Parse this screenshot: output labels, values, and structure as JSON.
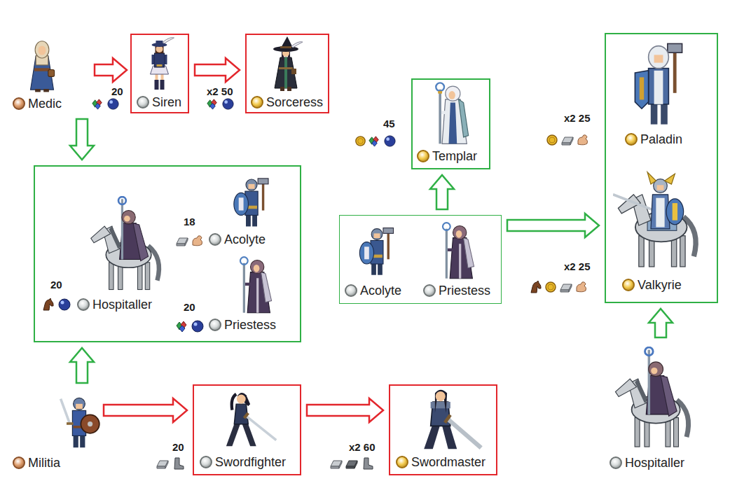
{
  "diagram": {
    "nodes": [
      {
        "text": [
          "Medic"
        ]
      },
      {
        "text": [
          "Siren"
        ]
      },
      {
        "text": [
          "Sorceress"
        ]
      },
      {
        "text": []
      },
      {
        "text": [
          "20",
          "Hospitaller"
        ],
        "in": 3
      },
      {
        "text": [
          "18",
          "Acolyte"
        ],
        "in": 3
      },
      {
        "text": [
          "20",
          "Priestess"
        ],
        "in": 3
      },
      {
        "text": [
          "Templar"
        ]
      },
      {
        "text": []
      },
      {
        "text": [
          "Acolyte"
        ],
        "in": 8
      },
      {
        "text": [
          "Priestess"
        ],
        "in": 8
      },
      {
        "text": []
      },
      {
        "text": [
          "Paladin"
        ],
        "in": 11
      },
      {
        "text": [
          "Valkyrie"
        ],
        "in": 11
      },
      {
        "text": [
          "Militia"
        ]
      },
      {
        "text": [
          "Swordfighter"
        ]
      },
      {
        "text": [
          "Swordmaster"
        ]
      },
      {
        "text": [
          "Hospitaller"
        ]
      }
    ],
    "edges": [
      {
        "from": 0,
        "to": 1,
        "arrow": "to",
        "label": "20"
      },
      {
        "from": 1,
        "to": 2,
        "arrow": "to",
        "label": "x2 50"
      },
      {
        "from": 0,
        "to": 3,
        "arrow": "to"
      },
      {
        "from": 14,
        "to": 3,
        "arrow": "to"
      },
      {
        "from": 14,
        "to": 15,
        "arrow": "to",
        "label": "20"
      },
      {
        "from": 15,
        "to": 16,
        "arrow": "to",
        "label": "x2 60"
      },
      {
        "from": 8,
        "to": 7,
        "arrow": "to",
        "label": "45"
      },
      {
        "from": 8,
        "to": 11,
        "arrow": "to"
      },
      {
        "from": 17,
        "to": 11,
        "arrow": "to"
      }
    ],
    "labels": [
      "x2 25",
      "x2 25"
    ]
  }
}
